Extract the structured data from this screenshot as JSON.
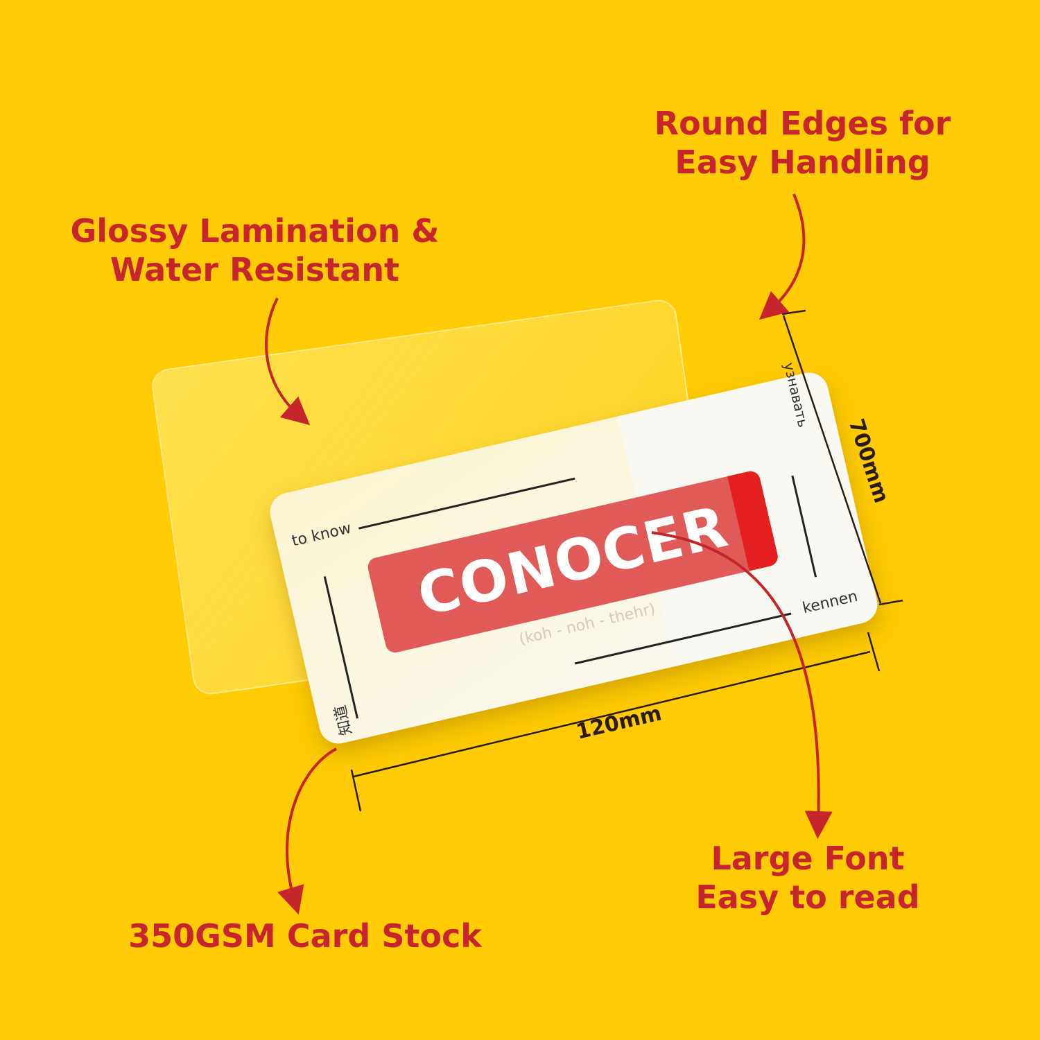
{
  "callouts": {
    "lamination": [
      "Glossy Lamination &",
      "Water Resistant"
    ],
    "round_edges": [
      "Round Edges for",
      "Easy Handling"
    ],
    "large_font": [
      "Large Font",
      "Easy to read"
    ],
    "card_stock": "350GSM Card Stock"
  },
  "card": {
    "word": "CONOCER",
    "pronunciation": "(koh - noh - thehr)",
    "english": "to know",
    "russian": "узнавать",
    "german": "kennen",
    "chinese": "知道"
  },
  "dimensions": {
    "width": "120mm",
    "height": "700mm"
  },
  "colors": {
    "background": "#FECB04",
    "callout_text": "#C6252B",
    "banner": "#E05A58",
    "banner_edge": "#E3201F",
    "card": "#FAF8F2"
  }
}
